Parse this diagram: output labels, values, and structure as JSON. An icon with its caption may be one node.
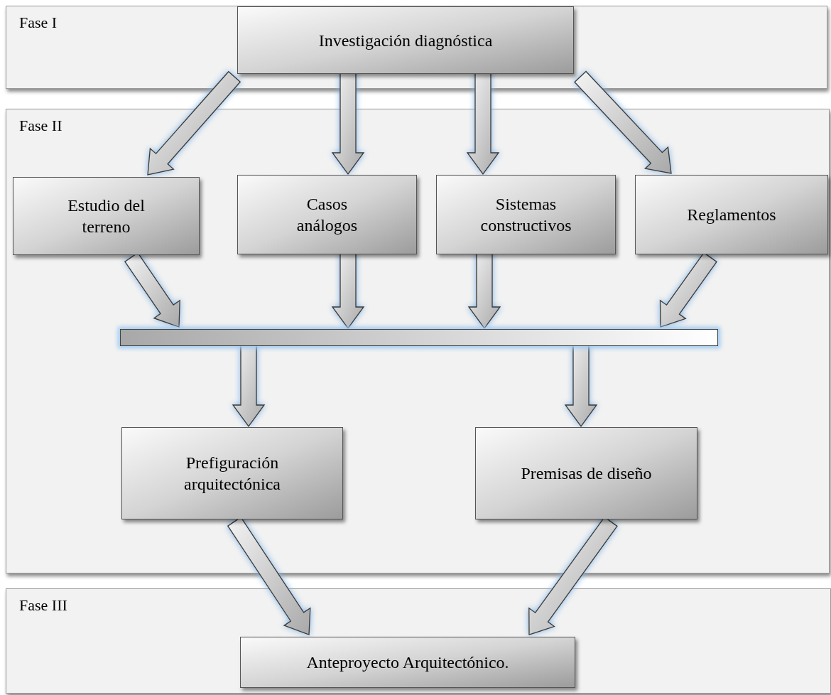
{
  "diagram": {
    "nodes": [
      {
        "text": [
          "Fase I"
        ]
      },
      {
        "text": [
          "Investigación diagnóstica"
        ],
        "in": 0
      },
      {
        "text": [
          "Fase II"
        ]
      },
      {
        "text": [
          "Estudio del terreno"
        ],
        "in": 2
      },
      {
        "text": [
          "Casos análogos"
        ],
        "in": 2
      },
      {
        "text": [
          "Sistemas constructivos"
        ],
        "in": 2
      },
      {
        "text": [
          "Reglamentos"
        ],
        "in": 2
      },
      {
        "text": [],
        "shape": "bar",
        "in": 2
      },
      {
        "text": [
          "Prefiguración arquitectónica"
        ],
        "in": 2
      },
      {
        "text": [
          "Premisas de diseño"
        ],
        "in": 2
      },
      {
        "text": [
          "Fase III"
        ]
      },
      {
        "text": [
          "Anteproyecto Arquitectónico."
        ],
        "in": 10
      }
    ],
    "edges": [
      {
        "from": 1,
        "to": 3,
        "arrow": "to"
      },
      {
        "from": 1,
        "to": 4,
        "arrow": "to"
      },
      {
        "from": 1,
        "to": 5,
        "arrow": "to"
      },
      {
        "from": 1,
        "to": 6,
        "arrow": "to"
      },
      {
        "from": 3,
        "to": 7,
        "arrow": "to"
      },
      {
        "from": 4,
        "to": 7,
        "arrow": "to"
      },
      {
        "from": 5,
        "to": 7,
        "arrow": "to"
      },
      {
        "from": 6,
        "to": 7,
        "arrow": "to"
      },
      {
        "from": 7,
        "to": 8,
        "arrow": "to"
      },
      {
        "from": 7,
        "to": 9,
        "arrow": "to"
      },
      {
        "from": 8,
        "to": 11,
        "arrow": "to"
      },
      {
        "from": 9,
        "to": 11,
        "arrow": "to"
      }
    ]
  }
}
